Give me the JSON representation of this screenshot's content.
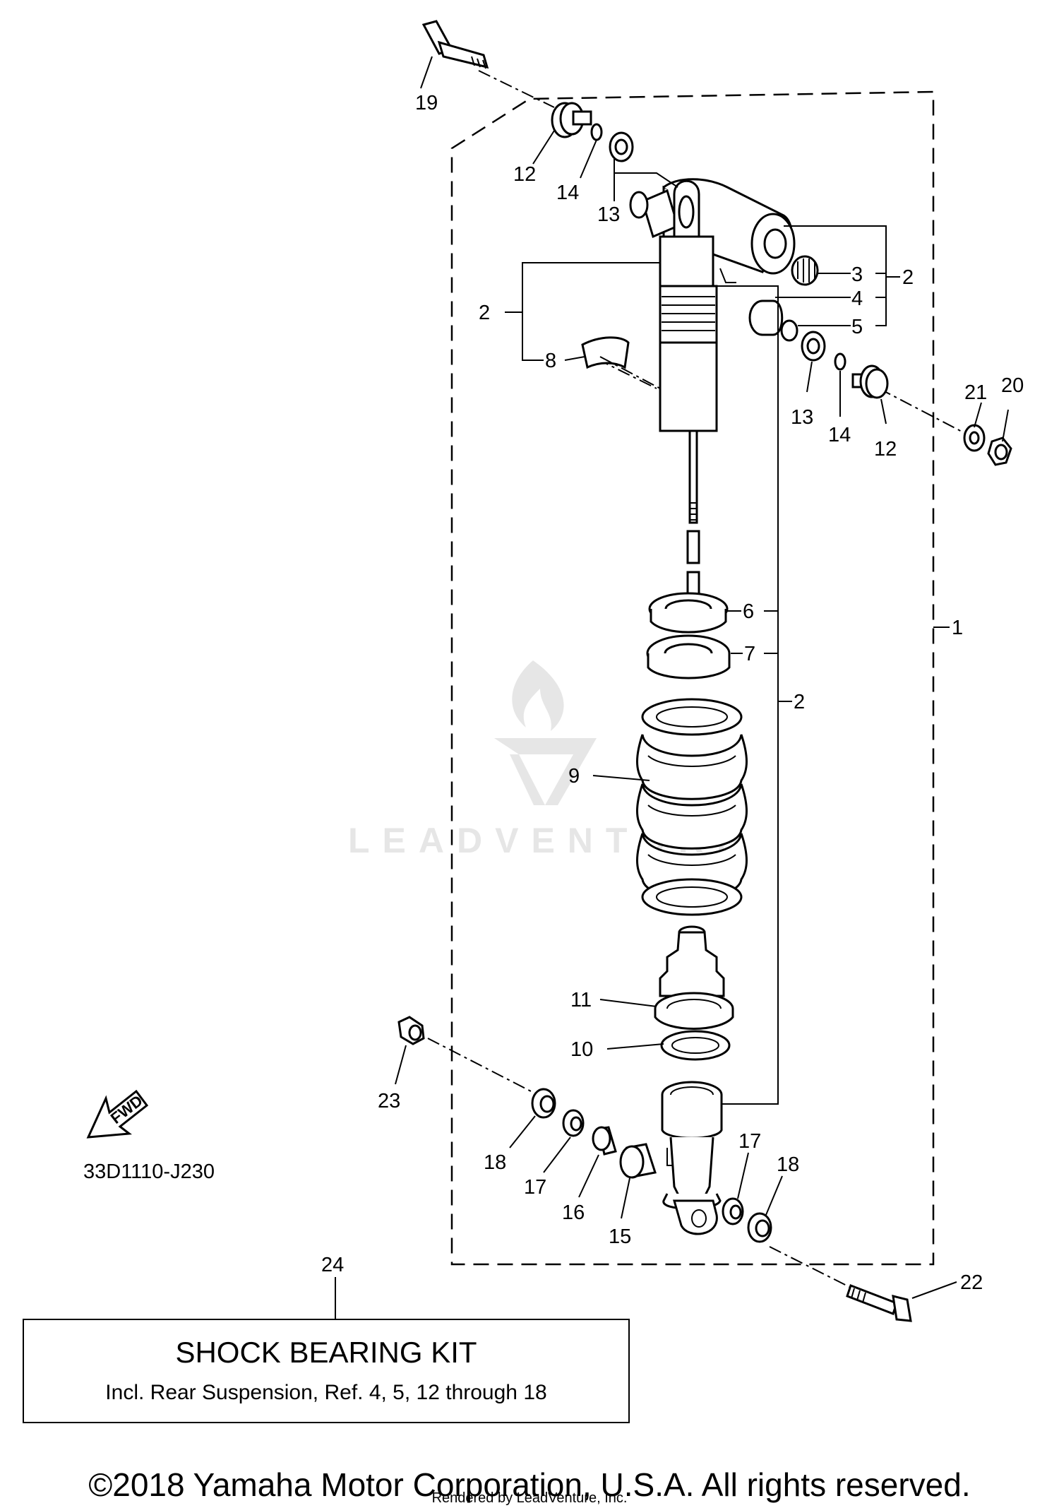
{
  "diagram": {
    "drawing_code": "33D1110-J230",
    "fwd_label": "FWD",
    "watermark": "LEADVENTURE",
    "callouts": [
      "1",
      "2",
      "3",
      "4",
      "5",
      "6",
      "7",
      "8",
      "9",
      "10",
      "11",
      "12",
      "13",
      "14",
      "15",
      "16",
      "17",
      "18",
      "19",
      "20",
      "21",
      "22",
      "23",
      "24"
    ],
    "groups": {
      "upper_2": [
        "3",
        "4",
        "5"
      ],
      "body_2": [
        "6",
        "7"
      ]
    }
  },
  "kit": {
    "ref": "24",
    "title": "SHOCK BEARING KIT",
    "description": "Incl. Rear Suspension, Ref. 4, 5, 12 through 18"
  },
  "footer": {
    "copyright": "©2018 Yamaha Motor Corporation, U.S.A. All rights reserved.",
    "rendered_by": "Rendered by LeadVenture, Inc."
  }
}
